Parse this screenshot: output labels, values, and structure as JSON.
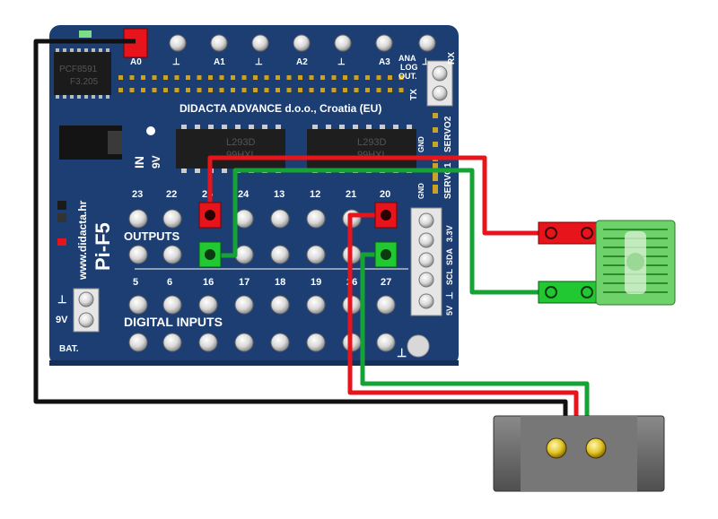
{
  "board": {
    "top_labels": [
      "A0",
      "⊥",
      "A1",
      "⊥",
      "A2",
      "⊥",
      "A3",
      "⊥"
    ],
    "ana_label": [
      "ANA",
      "LOG",
      "OUT."
    ],
    "rx_label": "RX",
    "tx_label": "TX",
    "company": "DIDACTA  ADVANCE d.o.o., Croatia (EU)",
    "chip_top_left": [
      "PCF8591",
      "F3.205"
    ],
    "chip_driver_1": [
      "L293D",
      "99HXL"
    ],
    "chip_driver_2": [
      "L293D",
      "99HXL"
    ],
    "servo2_label": "SERVO2",
    "servo1_label": "SERVO1",
    "gnd_label": "GND",
    "in_label": "IN",
    "nine_v_label": "9V",
    "model": "Pi-F5",
    "website": "www.didacta.hr",
    "outputs_label": "OUTPUTS",
    "digital_inputs_label": "DIGITAL INPUTS",
    "top_row_numbers": [
      "23",
      "22",
      "25",
      "24",
      "13",
      "12",
      "21",
      "20"
    ],
    "bottom_row_numbers": [
      "5",
      "6",
      "16",
      "17",
      "18",
      "19",
      "26",
      "27"
    ],
    "bottom_gnd": "⊥",
    "right_terminals": [
      "3.3V",
      "SDA",
      "SCL",
      "⊥",
      "5V"
    ],
    "battery_labels": [
      "⊥",
      "9V",
      "BAT."
    ]
  },
  "colors": {
    "board": "#1c3e73",
    "wire_red": "#e8141b",
    "wire_green": "#16a335",
    "wire_black": "#111111",
    "connector_green": "#22c832",
    "connector_red": "#e8141b",
    "module": "#6ed26a",
    "motor_body": "#6a6a6a"
  }
}
